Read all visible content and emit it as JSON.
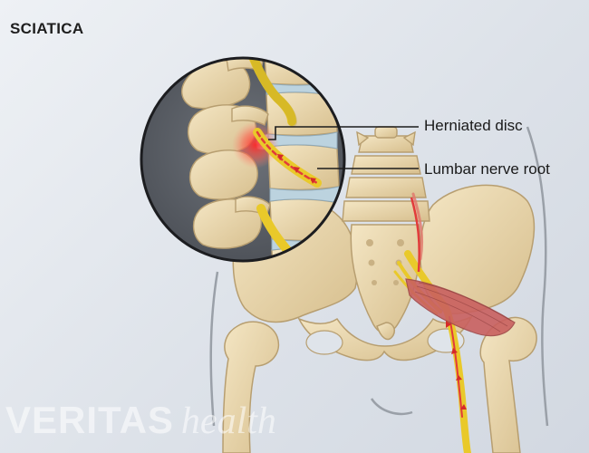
{
  "title": "SCIATICA",
  "labels": {
    "herniated_disc": "Herniated disc",
    "lumbar_nerve_root": "Lumbar nerve root"
  },
  "watermark": {
    "brand": "VERITAS",
    "sub": "health"
  },
  "colors": {
    "bone": "#ecd9ae",
    "bone_shadow": "#c9b184",
    "disc": "#bcd3df",
    "nerve": "#e9c92a",
    "inflammation": "#e23b3b",
    "muscle": "#c9605f",
    "magnifier_bg": "#5d6168",
    "outline": "#9aa0a8"
  }
}
